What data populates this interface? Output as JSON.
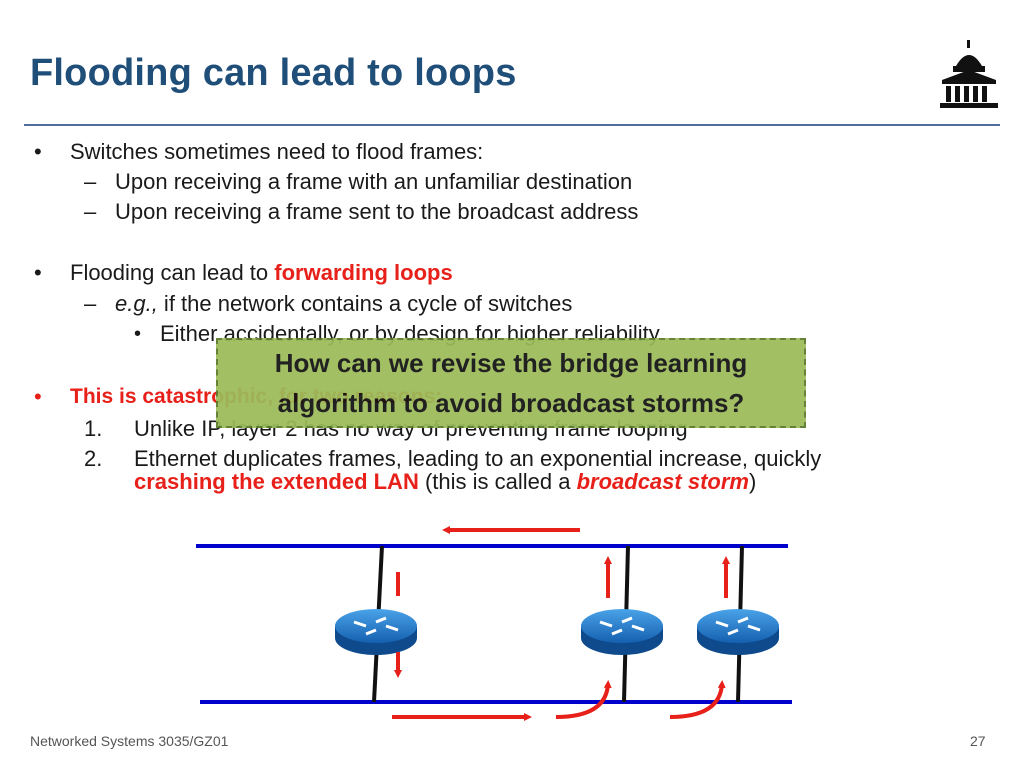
{
  "slide": {
    "title": "Flooding can lead to loops",
    "bullets": {
      "b1": "Switches sometimes need to flood frames:",
      "b1_sub1": "Upon receiving a frame with an unfamiliar destination",
      "b1_sub2": "Upon receiving a frame sent to the broadcast address",
      "b2_prefix": "Flooding can lead to ",
      "b2_highlight": "forwarding loops",
      "b2_sub1_italic": "e.g.,",
      "b2_sub1_rest": " if the network contains a cycle of switches",
      "b2_subsub1": "Either accidentally, or by design for higher reliability",
      "b3": "This is catastrophic, for two reasons:",
      "b3_item1_num": "1.",
      "b3_item1": "Unlike IP, layer 2 has no way of preventing frame looping",
      "b3_item2_num": "2.",
      "b3_item2": "Ethernet duplicates frames, leading to an exponential increase, quickly",
      "b3_item2_red": "crashing the extended LAN",
      "b3_item2_mid": " (this is called a ",
      "b3_item2_redit": "broadcast storm",
      "b3_item2_end": ")"
    },
    "bullet_glyph": "•",
    "dash_glyph": "–",
    "callout": {
      "line1": "How can we revise the bridge learning",
      "line2": "algorithm to avoid broadcast storms?"
    },
    "footer": {
      "course": "Networked Systems 3035/GZ01",
      "page": "27"
    },
    "colors": {
      "title": "#1f4e79",
      "accent_red": "#e8201a",
      "lan_blue": "#0000cc",
      "callout_green": "#9bbb59",
      "router_blue": "#1f6fc0"
    },
    "icons": {
      "logo": "university-building-icon",
      "router": "router-icon"
    }
  }
}
